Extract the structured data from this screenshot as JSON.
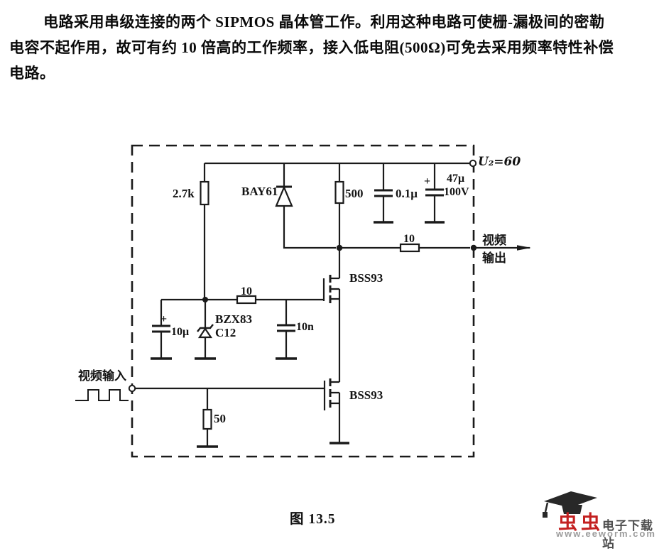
{
  "page": {
    "background": "#ffffff",
    "ink": "#1a1a1a"
  },
  "paragraph": {
    "line1": "电路采用串级连接的两个 SIPMOS 晶体管工作。利用这种电路可使栅-漏极间的密勒",
    "line2": "电容不起作用，故可有约 10 倍高的工作频率，接入低电阻(500Ω)可免去采用频率特性补偿",
    "line3": "电路。"
  },
  "circuit": {
    "supply_label": "U₂=60",
    "input_label": "视频输入",
    "output_label": "视频\n输出",
    "r_2k7": "2.7k",
    "d_bay61": "BAY61",
    "r_500": "500",
    "c_01u": "0.1μ",
    "c_47u_value": "47μ",
    "c_47u_voltage": "100V",
    "r_10_output": "10",
    "q1": "BSS93",
    "q2": "BSS93",
    "r_10_gate": "10",
    "zener_type": "BZX83",
    "zener_grade": "C12",
    "c_10u": "10μ",
    "c_10n": "10n",
    "r_50": "50",
    "plus_sign": "+"
  },
  "caption": "图 13.5",
  "watermark": {
    "brand": "虫虫",
    "site": "电子下载站",
    "url": "www.eeworm.com",
    "brand_color": "#c32020",
    "site_color": "#4d4d4d",
    "url_color": "#9c9c9c",
    "icon": "graduation-cap"
  }
}
